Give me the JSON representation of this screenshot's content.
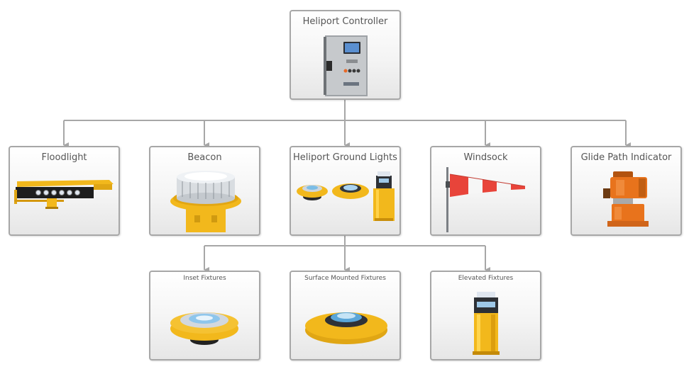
{
  "nodes": {
    "controller": {
      "label": "Heliport Controller",
      "image": "control-cabinet-icon"
    },
    "floodlight": {
      "label": "Floodlight",
      "image": "floodlight-icon"
    },
    "beacon": {
      "label": "Beacon",
      "image": "beacon-icon"
    },
    "ground_lights": {
      "label": "Heliport Ground Lights",
      "image": "ground-lights-icon"
    },
    "windsock": {
      "label": "Windsock",
      "image": "windsock-icon"
    },
    "glide_path": {
      "label": "Glide Path Indicator",
      "image": "glide-path-indicator-icon"
    },
    "inset": {
      "label": "Inset Fixtures",
      "image": "inset-fixture-icon"
    },
    "surface": {
      "label": "Surface Mounted Fixtures",
      "image": "surface-fixture-icon"
    },
    "elevated": {
      "label": "Elevated Fixtures",
      "image": "elevated-fixture-icon"
    }
  },
  "colors": {
    "connector": "#a7a7a7",
    "node_border": "#a7a7a7",
    "label_text": "#555555",
    "fixture_yellow": "#f2b81c",
    "windsock_red": "#e8443a",
    "glide_orange": "#e8731c"
  }
}
